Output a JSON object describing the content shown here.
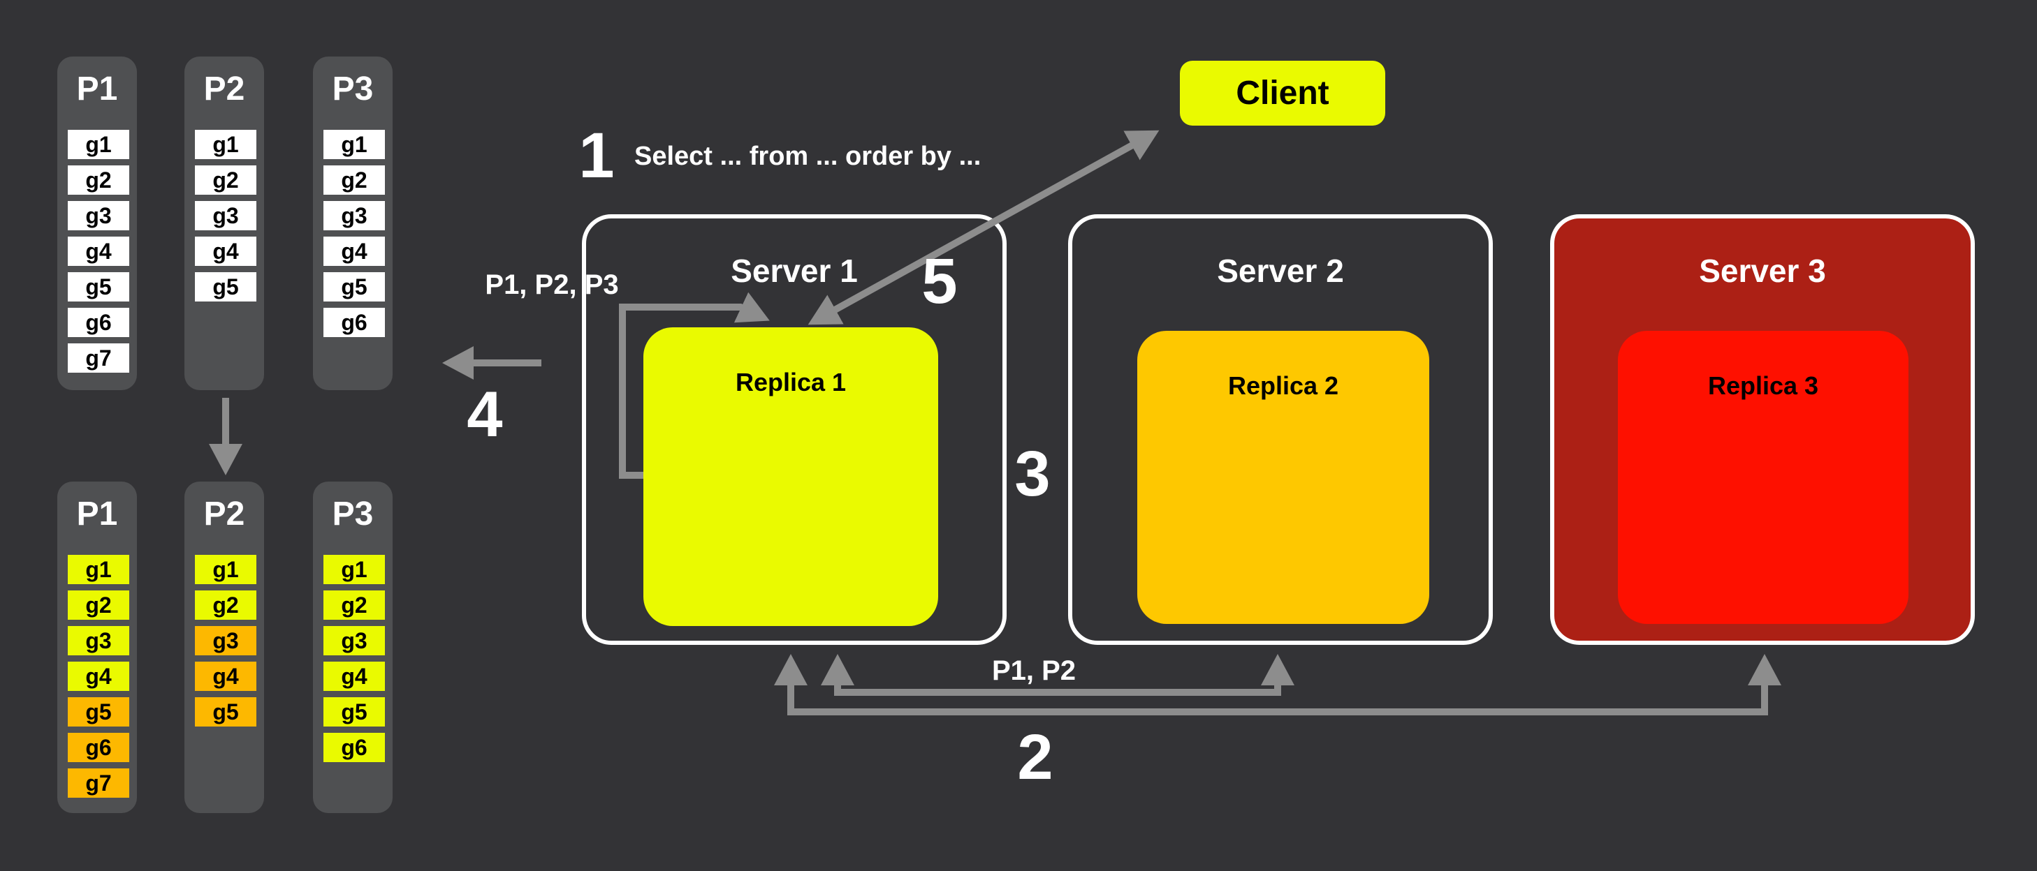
{
  "colors": {
    "canvas_bg": "#333336",
    "column_bg": "#4f5052",
    "cell_white": "#ffffff",
    "cell_yellow": "#eafa00",
    "cell_orange": "#fdb800",
    "replica1_yellow": "#eafa00",
    "replica2_amber": "#fec800",
    "replica3_red": "#fe1000",
    "server3_bg": "#ac2015",
    "server_border": "#ffffff",
    "client_bg": "#eafa00",
    "arrow_gray": "#8d8d8d",
    "text_white": "#ffffff",
    "text_black": "#000000"
  },
  "partitions_before": {
    "columns": [
      {
        "title": "P1",
        "cells": [
          {
            "label": "g1",
            "color": "white"
          },
          {
            "label": "g2",
            "color": "white"
          },
          {
            "label": "g3",
            "color": "white"
          },
          {
            "label": "g4",
            "color": "white"
          },
          {
            "label": "g5",
            "color": "white"
          },
          {
            "label": "g6",
            "color": "white"
          },
          {
            "label": "g7",
            "color": "white"
          }
        ]
      },
      {
        "title": "P2",
        "cells": [
          {
            "label": "g1",
            "color": "white"
          },
          {
            "label": "g2",
            "color": "white"
          },
          {
            "label": "g3",
            "color": "white"
          },
          {
            "label": "g4",
            "color": "white"
          },
          {
            "label": "g5",
            "color": "white"
          }
        ]
      },
      {
        "title": "P3",
        "cells": [
          {
            "label": "g1",
            "color": "white"
          },
          {
            "label": "g2",
            "color": "white"
          },
          {
            "label": "g3",
            "color": "white"
          },
          {
            "label": "g4",
            "color": "white"
          },
          {
            "label": "g5",
            "color": "white"
          },
          {
            "label": "g6",
            "color": "white"
          }
        ]
      }
    ]
  },
  "partitions_after": {
    "columns": [
      {
        "title": "P1",
        "cells": [
          {
            "label": "g1",
            "color": "yellow"
          },
          {
            "label": "g2",
            "color": "yellow"
          },
          {
            "label": "g3",
            "color": "yellow"
          },
          {
            "label": "g4",
            "color": "yellow"
          },
          {
            "label": "g5",
            "color": "orange"
          },
          {
            "label": "g6",
            "color": "orange"
          },
          {
            "label": "g7",
            "color": "orange"
          }
        ]
      },
      {
        "title": "P2",
        "cells": [
          {
            "label": "g1",
            "color": "yellow"
          },
          {
            "label": "g2",
            "color": "yellow"
          },
          {
            "label": "g3",
            "color": "orange"
          },
          {
            "label": "g4",
            "color": "orange"
          },
          {
            "label": "g5",
            "color": "orange"
          }
        ]
      },
      {
        "title": "P3",
        "cells": [
          {
            "label": "g1",
            "color": "yellow"
          },
          {
            "label": "g2",
            "color": "yellow"
          },
          {
            "label": "g3",
            "color": "yellow"
          },
          {
            "label": "g4",
            "color": "yellow"
          },
          {
            "label": "g5",
            "color": "yellow"
          },
          {
            "label": "g6",
            "color": "yellow"
          }
        ]
      }
    ]
  },
  "client": {
    "label": "Client"
  },
  "servers": [
    {
      "title": "Server 1",
      "replica_label": "Replica 1"
    },
    {
      "title": "Server 2",
      "replica_label": "Replica 2"
    },
    {
      "title": "Server 3",
      "replica_label": "Replica 3"
    }
  ],
  "steps": {
    "one": {
      "number": "1",
      "text": "Select ... from ... order by ..."
    },
    "two": {
      "number": "2",
      "label": "P1, P2"
    },
    "three": {
      "number": "3"
    },
    "four": {
      "number": "4"
    },
    "five": {
      "number": "5"
    }
  },
  "labels": {
    "partition_stream": "P1, P2, P3"
  }
}
